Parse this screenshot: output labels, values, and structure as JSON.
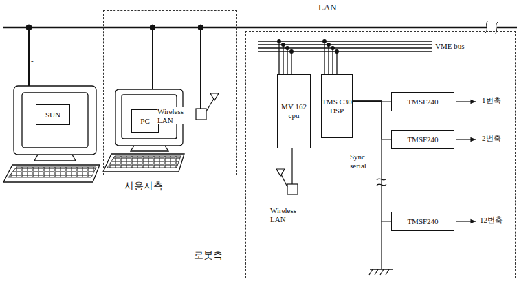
{
  "diagram": {
    "nodes": [
      {
        "text": [
          "SUN"
        ]
      },
      {
        "text": [
          "사용자측"
        ]
      },
      {
        "text": [
          "PC"
        ],
        "in": 1
      },
      {
        "text": [
          "로봇측"
        ]
      },
      {
        "text": [
          "MV 162 cpu"
        ],
        "in": 3
      },
      {
        "text": [
          "TMS C30 DSP"
        ],
        "in": 3
      },
      {
        "text": [
          "TMSF240"
        ],
        "in": 3
      },
      {
        "text": [
          "TMSF240"
        ],
        "in": 3
      },
      {
        "text": [
          "TMSF240"
        ],
        "in": 3
      }
    ],
    "edges": [
      {
        "from": 5,
        "to": 6,
        "arrow": "none"
      },
      {
        "from": 5,
        "to": 7,
        "arrow": "none"
      },
      {
        "from": 5,
        "to": 8,
        "arrow": "none"
      }
    ],
    "labels": [
      "LAN",
      "-",
      "Wireless LAN",
      "VME bus",
      "Sync. serial",
      "1번축",
      "2번축",
      "12번축",
      "Wireless LAN"
    ]
  }
}
